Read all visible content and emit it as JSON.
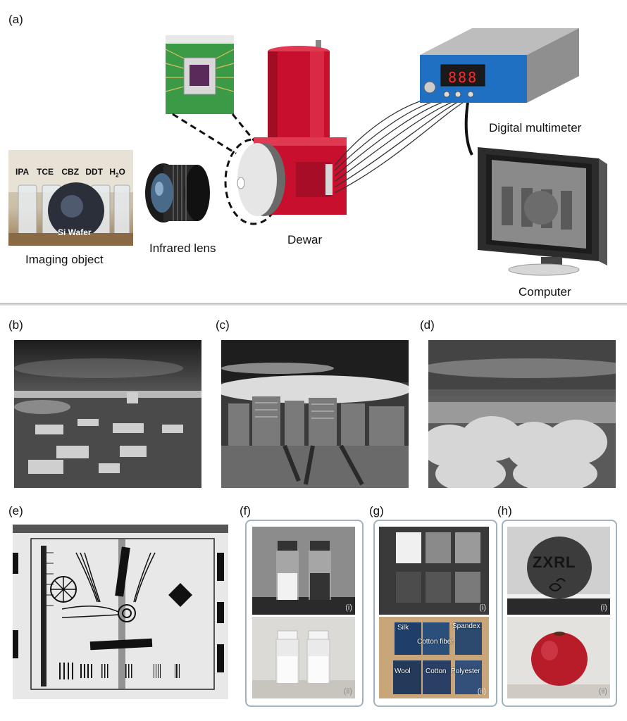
{
  "panels": {
    "a": "(a)",
    "b": "(b)",
    "c": "(c)",
    "d": "(d)",
    "e": "(e)",
    "f": "(f)",
    "g": "(g)",
    "h": "(h)"
  },
  "setup": {
    "imaging_object": "Imaging object",
    "infrared_lens": "Infrared lens",
    "dewar": "Dewar",
    "digital_multimeter": "Digital multimeter",
    "computer": "Computer",
    "multimeter_display": "888",
    "vial_labels": [
      "IPA",
      "TCE",
      "CBZ",
      "DDT",
      "H",
      "2",
      "O"
    ],
    "wafer_label": "Si Wafer"
  },
  "sub_labels": {
    "f_i": "(i)",
    "f_ii": "(ii)",
    "g_i": "(i)",
    "g_ii": "(ii)",
    "h_i": "(i)",
    "h_ii": "(ii)"
  },
  "fabrics": [
    "Silk",
    "Spandex",
    "Cotton fiber",
    "Wool",
    "Cotton",
    "Polyester"
  ],
  "apple_text": "ZXRL",
  "colors": {
    "dewar_red": "#c8102e",
    "multimeter_blue": "#1f6fc2",
    "frame": "#9fb2bd"
  }
}
